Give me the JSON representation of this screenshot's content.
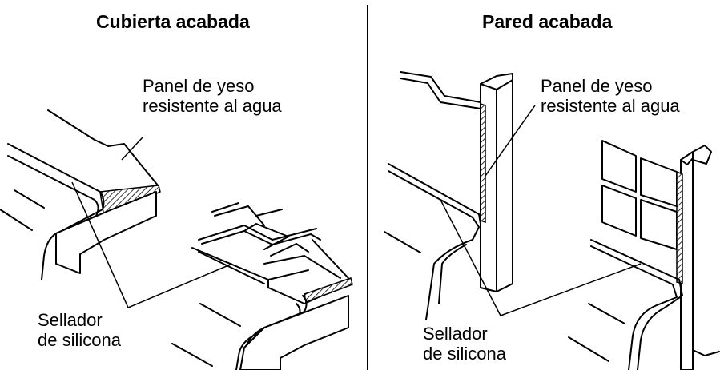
{
  "left": {
    "title": "Cubierta acabada",
    "panel_label": [
      "Panel de yeso",
      "resistente al agua"
    ],
    "sealant_label": [
      "Sellador",
      "de silicona"
    ]
  },
  "right": {
    "title": "Pared acabada",
    "panel_label": [
      "Panel de yeso",
      "resistente al agua"
    ],
    "sealant_label": [
      "Sellador",
      "de silicona"
    ]
  }
}
